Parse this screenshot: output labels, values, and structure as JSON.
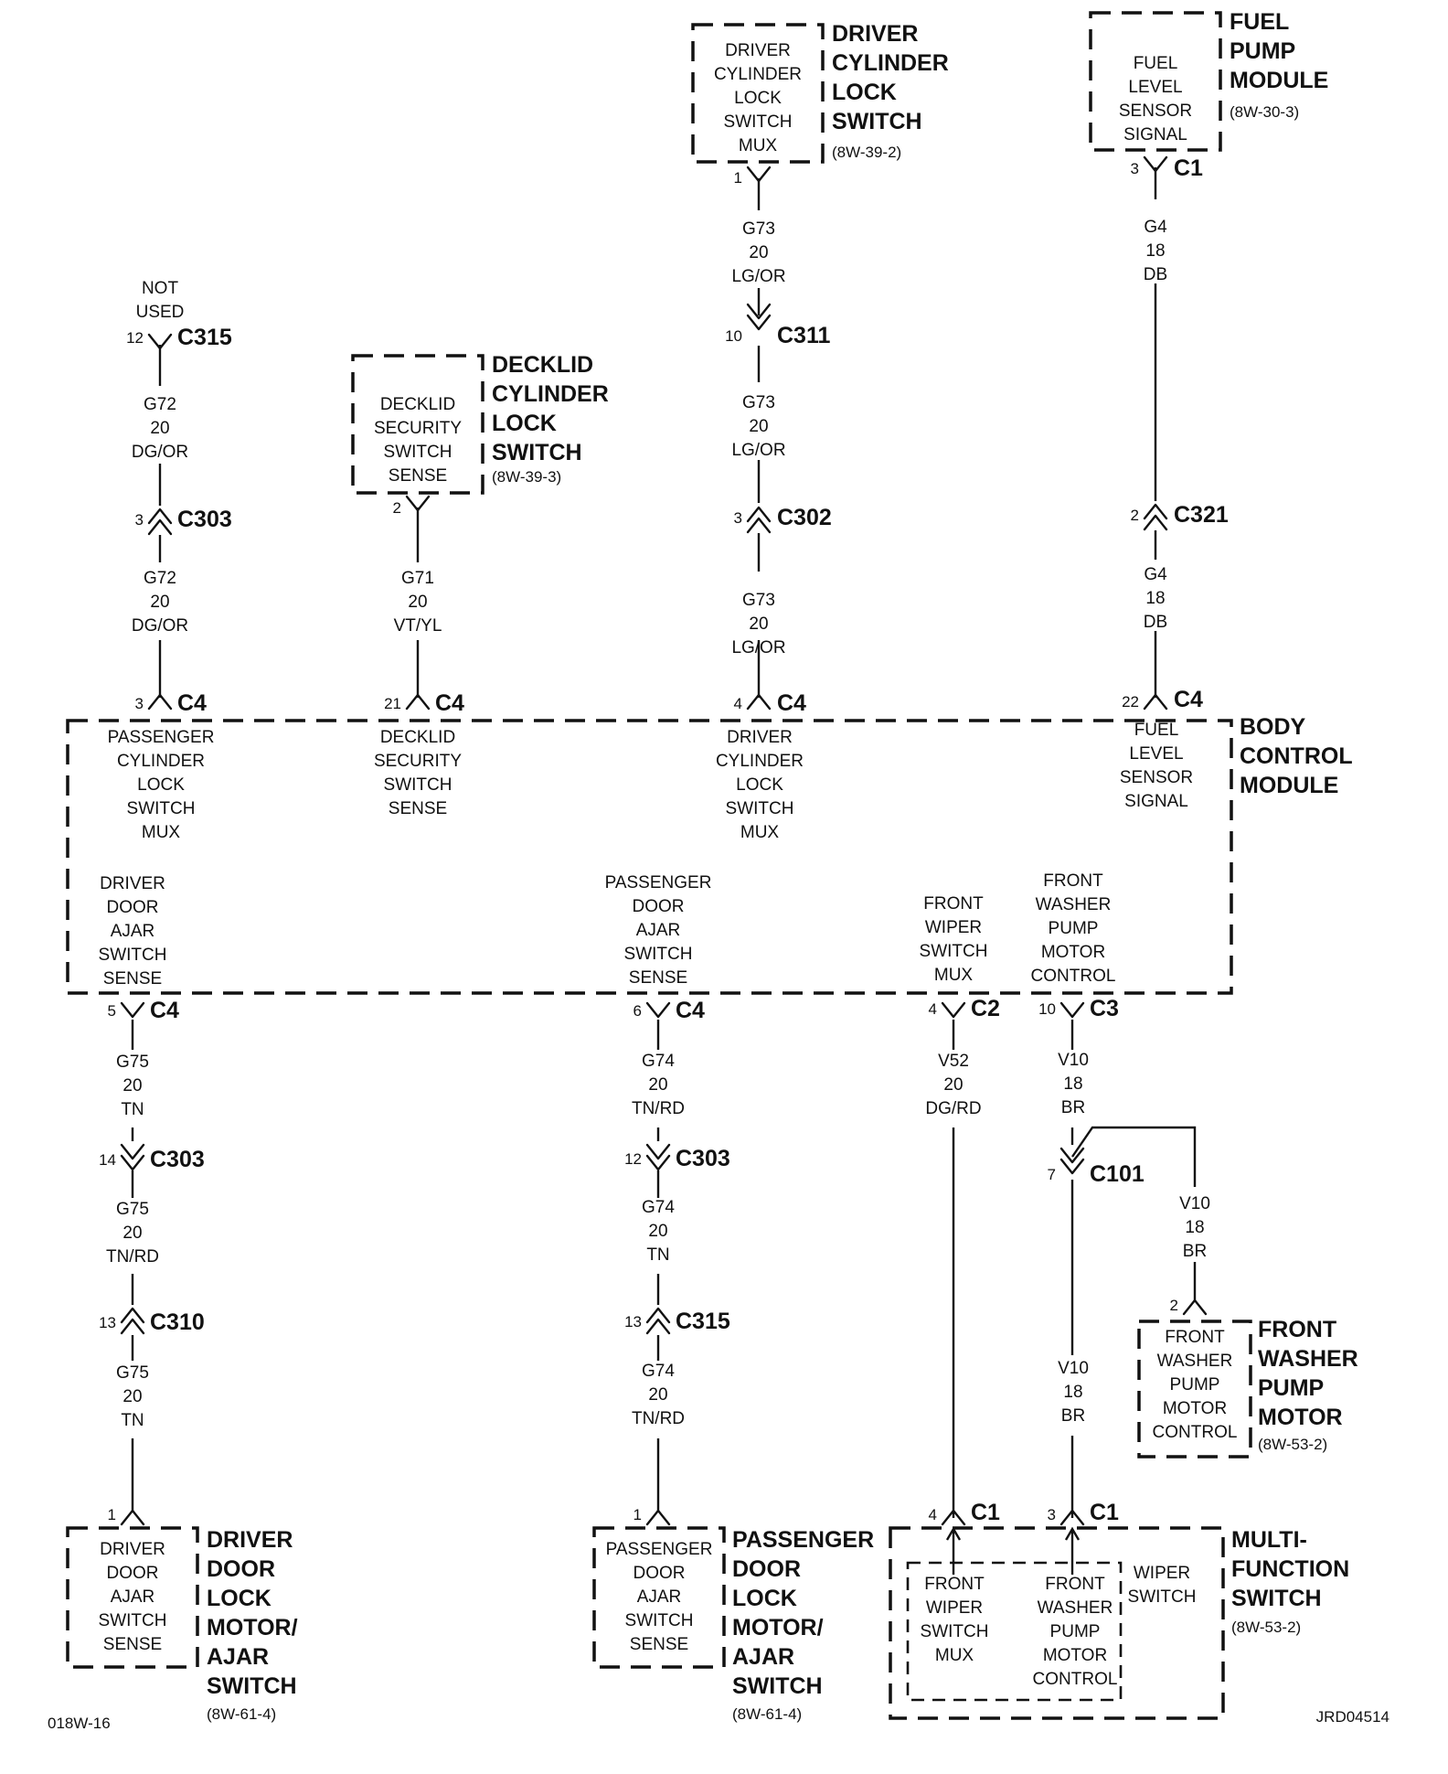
{
  "components": {
    "driver_cyl_lock_switch": {
      "inner": [
        "DRIVER",
        "CYLINDER",
        "LOCK",
        "SWITCH",
        "MUX"
      ],
      "title": [
        "DRIVER",
        "CYLINDER",
        "LOCK",
        "SWITCH"
      ],
      "ref": "(8W-39-2)"
    },
    "fuel_pump_module": {
      "inner": [
        "FUEL",
        "LEVEL",
        "SENSOR",
        "SIGNAL"
      ],
      "title": [
        "FUEL",
        "PUMP",
        "MODULE"
      ],
      "ref": "(8W-30-3)"
    },
    "not_used": [
      "NOT",
      "USED"
    ],
    "decklid_cyl_lock_switch": {
      "inner": [
        "DECKLID",
        "SECURITY",
        "SWITCH",
        "SENSE"
      ],
      "title": [
        "DECKLID",
        "CYLINDER",
        "LOCK",
        "SWITCH"
      ],
      "ref": "(8W-39-3)"
    },
    "body_control_module": {
      "title": [
        "BODY",
        "CONTROL",
        "MODULE"
      ],
      "pass_cyl_lock_mux": [
        "PASSENGER",
        "CYLINDER",
        "LOCK",
        "SWITCH",
        "MUX"
      ],
      "decklid_sense": [
        "DECKLID",
        "SECURITY",
        "SWITCH",
        "SENSE"
      ],
      "driver_cyl_lock_mux": [
        "DRIVER",
        "CYLINDER",
        "LOCK",
        "SWITCH",
        "MUX"
      ],
      "fuel_level": [
        "FUEL",
        "LEVEL",
        "SENSOR",
        "SIGNAL"
      ],
      "driver_door_ajar": [
        "DRIVER",
        "DOOR",
        "AJAR",
        "SWITCH",
        "SENSE"
      ],
      "pass_door_ajar": [
        "PASSENGER",
        "DOOR",
        "AJAR",
        "SWITCH",
        "SENSE"
      ],
      "front_wiper_mux": [
        "FRONT",
        "WIPER",
        "SWITCH",
        "MUX"
      ],
      "front_washer_ctrl": [
        "FRONT",
        "WASHER",
        "PUMP",
        "MOTOR",
        "CONTROL"
      ]
    },
    "front_washer_pump_motor": {
      "inner": [
        "FRONT",
        "WASHER",
        "PUMP",
        "MOTOR",
        "CONTROL"
      ],
      "title": [
        "FRONT",
        "WASHER",
        "PUMP",
        "MOTOR"
      ],
      "ref": "(8W-53-2)"
    },
    "driver_door_lock_motor": {
      "inner": [
        "DRIVER",
        "DOOR",
        "AJAR",
        "SWITCH",
        "SENSE"
      ],
      "title": [
        "DRIVER",
        "DOOR",
        "LOCK",
        "MOTOR/",
        "AJAR",
        "SWITCH"
      ],
      "ref": "(8W-61-4)"
    },
    "pass_door_lock_motor": {
      "inner": [
        "PASSENGER",
        "DOOR",
        "AJAR",
        "SWITCH",
        "SENSE"
      ],
      "title": [
        "PASSENGER",
        "DOOR",
        "LOCK",
        "MOTOR/",
        "AJAR",
        "SWITCH"
      ],
      "ref": "(8W-61-4)"
    },
    "multi_function_switch": {
      "wiper_mux": [
        "FRONT",
        "WIPER",
        "SWITCH",
        "MUX"
      ],
      "washer_ctrl": [
        "FRONT",
        "WASHER",
        "PUMP",
        "MOTOR",
        "CONTROL"
      ],
      "wiper_switch": [
        "WIPER",
        "SWITCH"
      ],
      "title": [
        "MULTI-",
        "FUNCTION",
        "SWITCH"
      ],
      "ref": "(8W-53-2)"
    }
  },
  "wires": {
    "g73_a": [
      "G73",
      "20",
      "LG/OR"
    ],
    "g73_b": [
      "G73",
      "20",
      "LG/OR"
    ],
    "g73_c": [
      "G73",
      "20",
      "LG/OR"
    ],
    "g4_a": [
      "G4",
      "18",
      "DB"
    ],
    "g4_b": [
      "G4",
      "18",
      "DB"
    ],
    "g72_a": [
      "G72",
      "20",
      "DG/OR"
    ],
    "g72_b": [
      "G72",
      "20",
      "DG/OR"
    ],
    "g71": [
      "G71",
      "20",
      "VT/YL"
    ],
    "g75_a": [
      "G75",
      "20",
      "TN"
    ],
    "g75_b": [
      "G75",
      "20",
      "TN/RD"
    ],
    "g75_c": [
      "G75",
      "20",
      "TN"
    ],
    "g74_a": [
      "G74",
      "20",
      "TN/RD"
    ],
    "g74_b": [
      "G74",
      "20",
      "TN"
    ],
    "g74_c": [
      "G74",
      "20",
      "TN/RD"
    ],
    "v52": [
      "V52",
      "20",
      "DG/RD"
    ],
    "v10_a": [
      "V10",
      "18",
      "BR"
    ],
    "v10_b": [
      "V10",
      "18",
      "BR"
    ],
    "v10_c": [
      "V10",
      "18",
      "BR"
    ]
  },
  "connectors": {
    "dcl_c1": {
      "pin": "1",
      "name": ""
    },
    "fpm_c1": {
      "pin": "3",
      "name": "C1"
    },
    "c315_top": {
      "pin": "12",
      "name": "C315"
    },
    "c311": {
      "pin": "10",
      "name": "C311"
    },
    "dec_pin": {
      "pin": "2",
      "name": ""
    },
    "c303_top": {
      "pin": "3",
      "name": "C303"
    },
    "c302": {
      "pin": "3",
      "name": "C302"
    },
    "c321": {
      "pin": "2",
      "name": "C321"
    },
    "bcm_c4_1": {
      "pin": "3",
      "name": "C4"
    },
    "bcm_c4_2": {
      "pin": "21",
      "name": "C4"
    },
    "bcm_c4_3": {
      "pin": "4",
      "name": "C4"
    },
    "bcm_c4_4": {
      "pin": "22",
      "name": "C4"
    },
    "bcm_c4_5": {
      "pin": "5",
      "name": "C4"
    },
    "bcm_c4_6": {
      "pin": "6",
      "name": "C4"
    },
    "bcm_c2": {
      "pin": "4",
      "name": "C2"
    },
    "bcm_c3": {
      "pin": "10",
      "name": "C3"
    },
    "c303_l": {
      "pin": "14",
      "name": "C303"
    },
    "c303_m": {
      "pin": "12",
      "name": "C303"
    },
    "c101": {
      "pin": "7",
      "name": "C101"
    },
    "c310": {
      "pin": "13",
      "name": "C310"
    },
    "c315_m": {
      "pin": "13",
      "name": "C315"
    },
    "fwp_pin": {
      "pin": "2",
      "name": ""
    },
    "ddl_pin": {
      "pin": "1",
      "name": ""
    },
    "pdl_pin": {
      "pin": "1",
      "name": ""
    },
    "mfs_c1_4": {
      "pin": "4",
      "name": "C1"
    },
    "mfs_c1_3": {
      "pin": "3",
      "name": "C1"
    }
  },
  "footer": {
    "left_code": "018W-16",
    "right_code": "JRD04514"
  }
}
